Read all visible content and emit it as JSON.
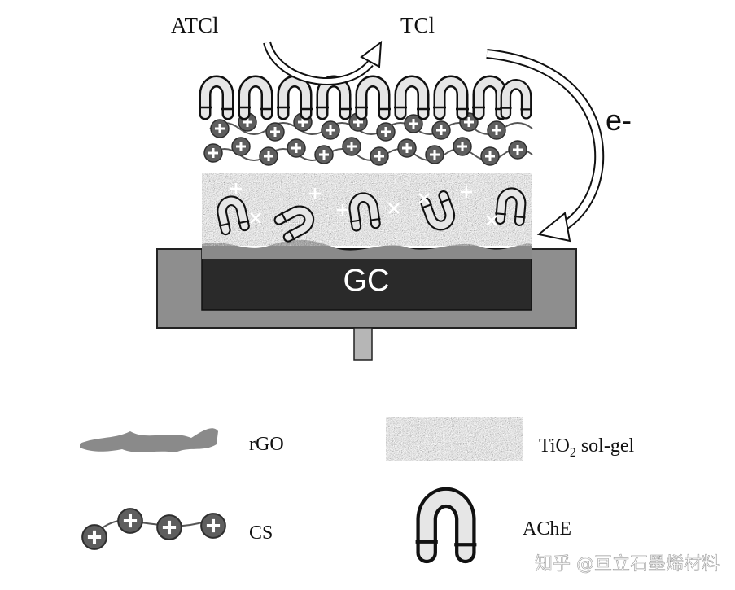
{
  "labels": {
    "substrate": "ATCl",
    "product": "TCl",
    "electron": "e-",
    "electrode": "GC"
  },
  "legend": {
    "rgo": "rGO",
    "tio2_prefix": "TiO",
    "tio2_sub": "2",
    "tio2_suffix": " sol-gel",
    "cs": "CS",
    "ache": "AChE"
  },
  "watermark": "知乎 @亘立石墨烯材料",
  "colors": {
    "electrode_dark": "#2a2a2a",
    "electrode_frame": "#8e8e8e",
    "rgo": "#8a8a8a",
    "cs_bead": "#5e5e5e",
    "ache_fill": "#e6e6e6"
  }
}
